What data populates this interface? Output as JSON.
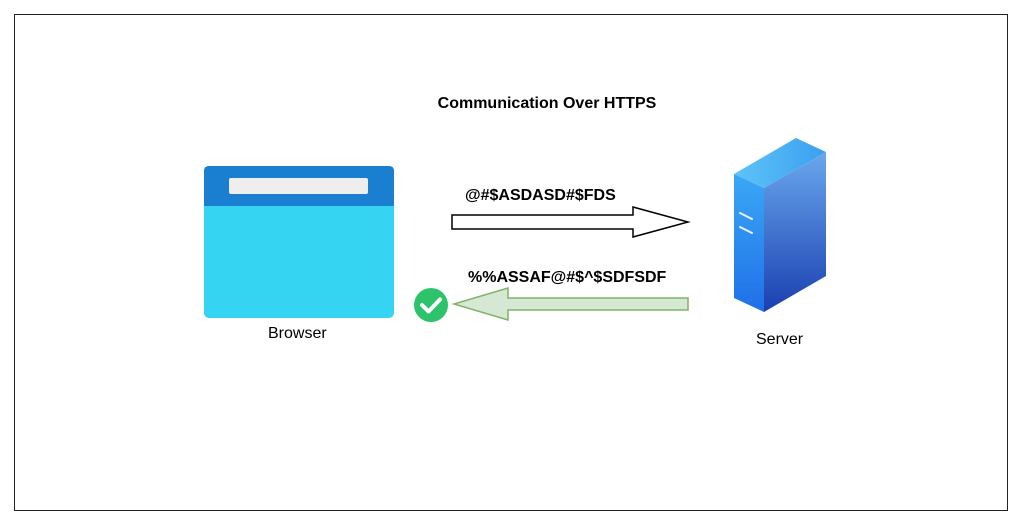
{
  "diagram": {
    "title": "Communication Over HTTPS",
    "browser_label": "Browser",
    "server_label": "Server",
    "request_message": "@#$ASDASD#$FDS",
    "response_message": "%%ASSAF@#$^$SDFSDF"
  },
  "colors": {
    "browser_header": "#1a7fd0",
    "browser_body": "#35d4f2",
    "address_bar": "#eeeeee",
    "response_arrow_fill": "#d5e8d4",
    "response_arrow_stroke": "#82b366",
    "check_circle": "#2cc36b",
    "server_front_top": "#3aa8f5",
    "server_front_bottom": "#1f6fe8",
    "server_side_top": "#6aa8ee",
    "server_side_bottom": "#1a3fb0"
  },
  "icons": {
    "browser": "browser-window-icon",
    "server": "server-tower-icon",
    "check": "check-circle-icon"
  }
}
